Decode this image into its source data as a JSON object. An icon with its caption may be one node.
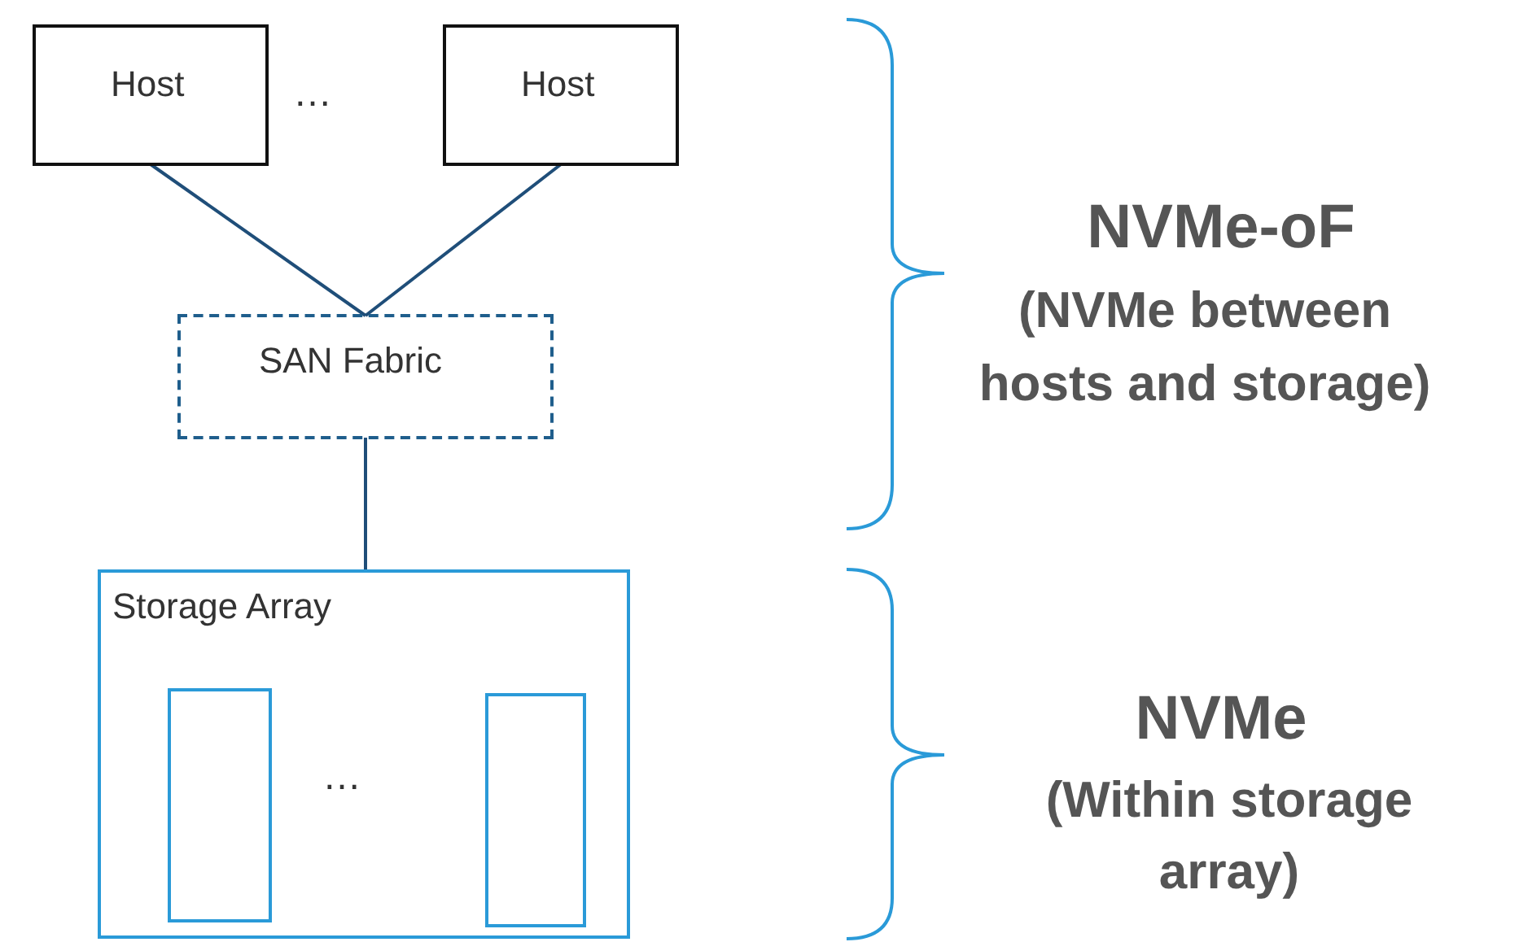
{
  "diagram": {
    "nodes": [
      {
        "text": [
          "Host"
        ]
      },
      {
        "text": [
          "Host"
        ]
      },
      {
        "text": [
          "SAN Fabric"
        ]
      },
      {
        "text": [
          "Storage Array"
        ]
      },
      {
        "text": [],
        "shape": "box",
        "in": 3
      },
      {
        "text": [],
        "shape": "box",
        "in": 3
      }
    ],
    "edges": [
      {
        "from": 0,
        "to": 2,
        "arrow": "none"
      },
      {
        "from": 1,
        "to": 2,
        "arrow": "none"
      },
      {
        "from": 2,
        "to": 3,
        "arrow": "none"
      }
    ],
    "labels": [
      "…",
      "…",
      "NVMe-oF",
      "(NVMe between hosts and storage)",
      "NVMe",
      "(Within storage array)"
    ]
  }
}
